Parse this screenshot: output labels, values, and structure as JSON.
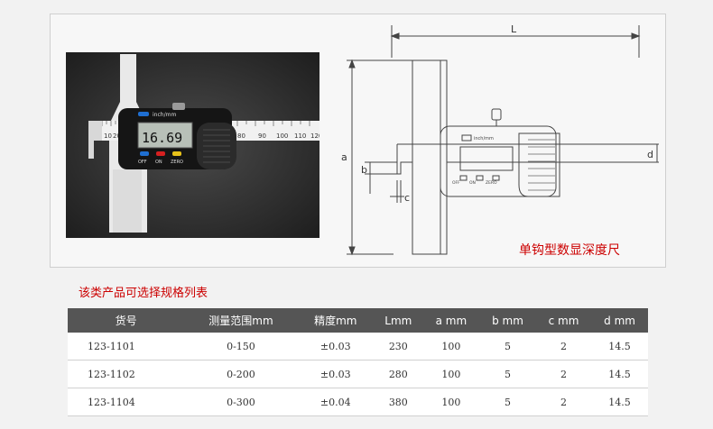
{
  "drawing": {
    "dim_L": "L",
    "dim_a": "a",
    "dim_b": "b",
    "dim_c": "c",
    "dim_d": "d",
    "lcd_unit": "inch/mm",
    "btn_off": "OFF",
    "btn_on": "ON",
    "btn_zero": "ZERO"
  },
  "photo": {
    "reading": "16.69",
    "unit_label": "inch/mm",
    "btn_off": "OFF",
    "btn_on": "ON",
    "btn_zero": "ZERO",
    "scale_numbers": [
      "10",
      "20",
      "80",
      "90",
      "100",
      "110",
      "120"
    ],
    "colors": {
      "btn_off": "#1f6fd1",
      "btn_on": "#d62020",
      "btn_zero": "#e8c21a"
    }
  },
  "caption": "单钩型数显深度尺",
  "subtitle": "该类产品可选择规格列表",
  "table": {
    "headers": [
      "货号",
      "测量范围mm",
      "精度mm",
      "Lmm",
      "a mm",
      "b mm",
      "c mm",
      "d mm"
    ],
    "rows": [
      [
        "123-1101",
        "0-150",
        "±0.03",
        "230",
        "100",
        "5",
        "2",
        "14.5"
      ],
      [
        "123-1102",
        "0-200",
        "±0.03",
        "280",
        "100",
        "5",
        "2",
        "14.5"
      ],
      [
        "123-1104",
        "0-300",
        "±0.04",
        "380",
        "100",
        "5",
        "2",
        "14.5"
      ]
    ]
  }
}
